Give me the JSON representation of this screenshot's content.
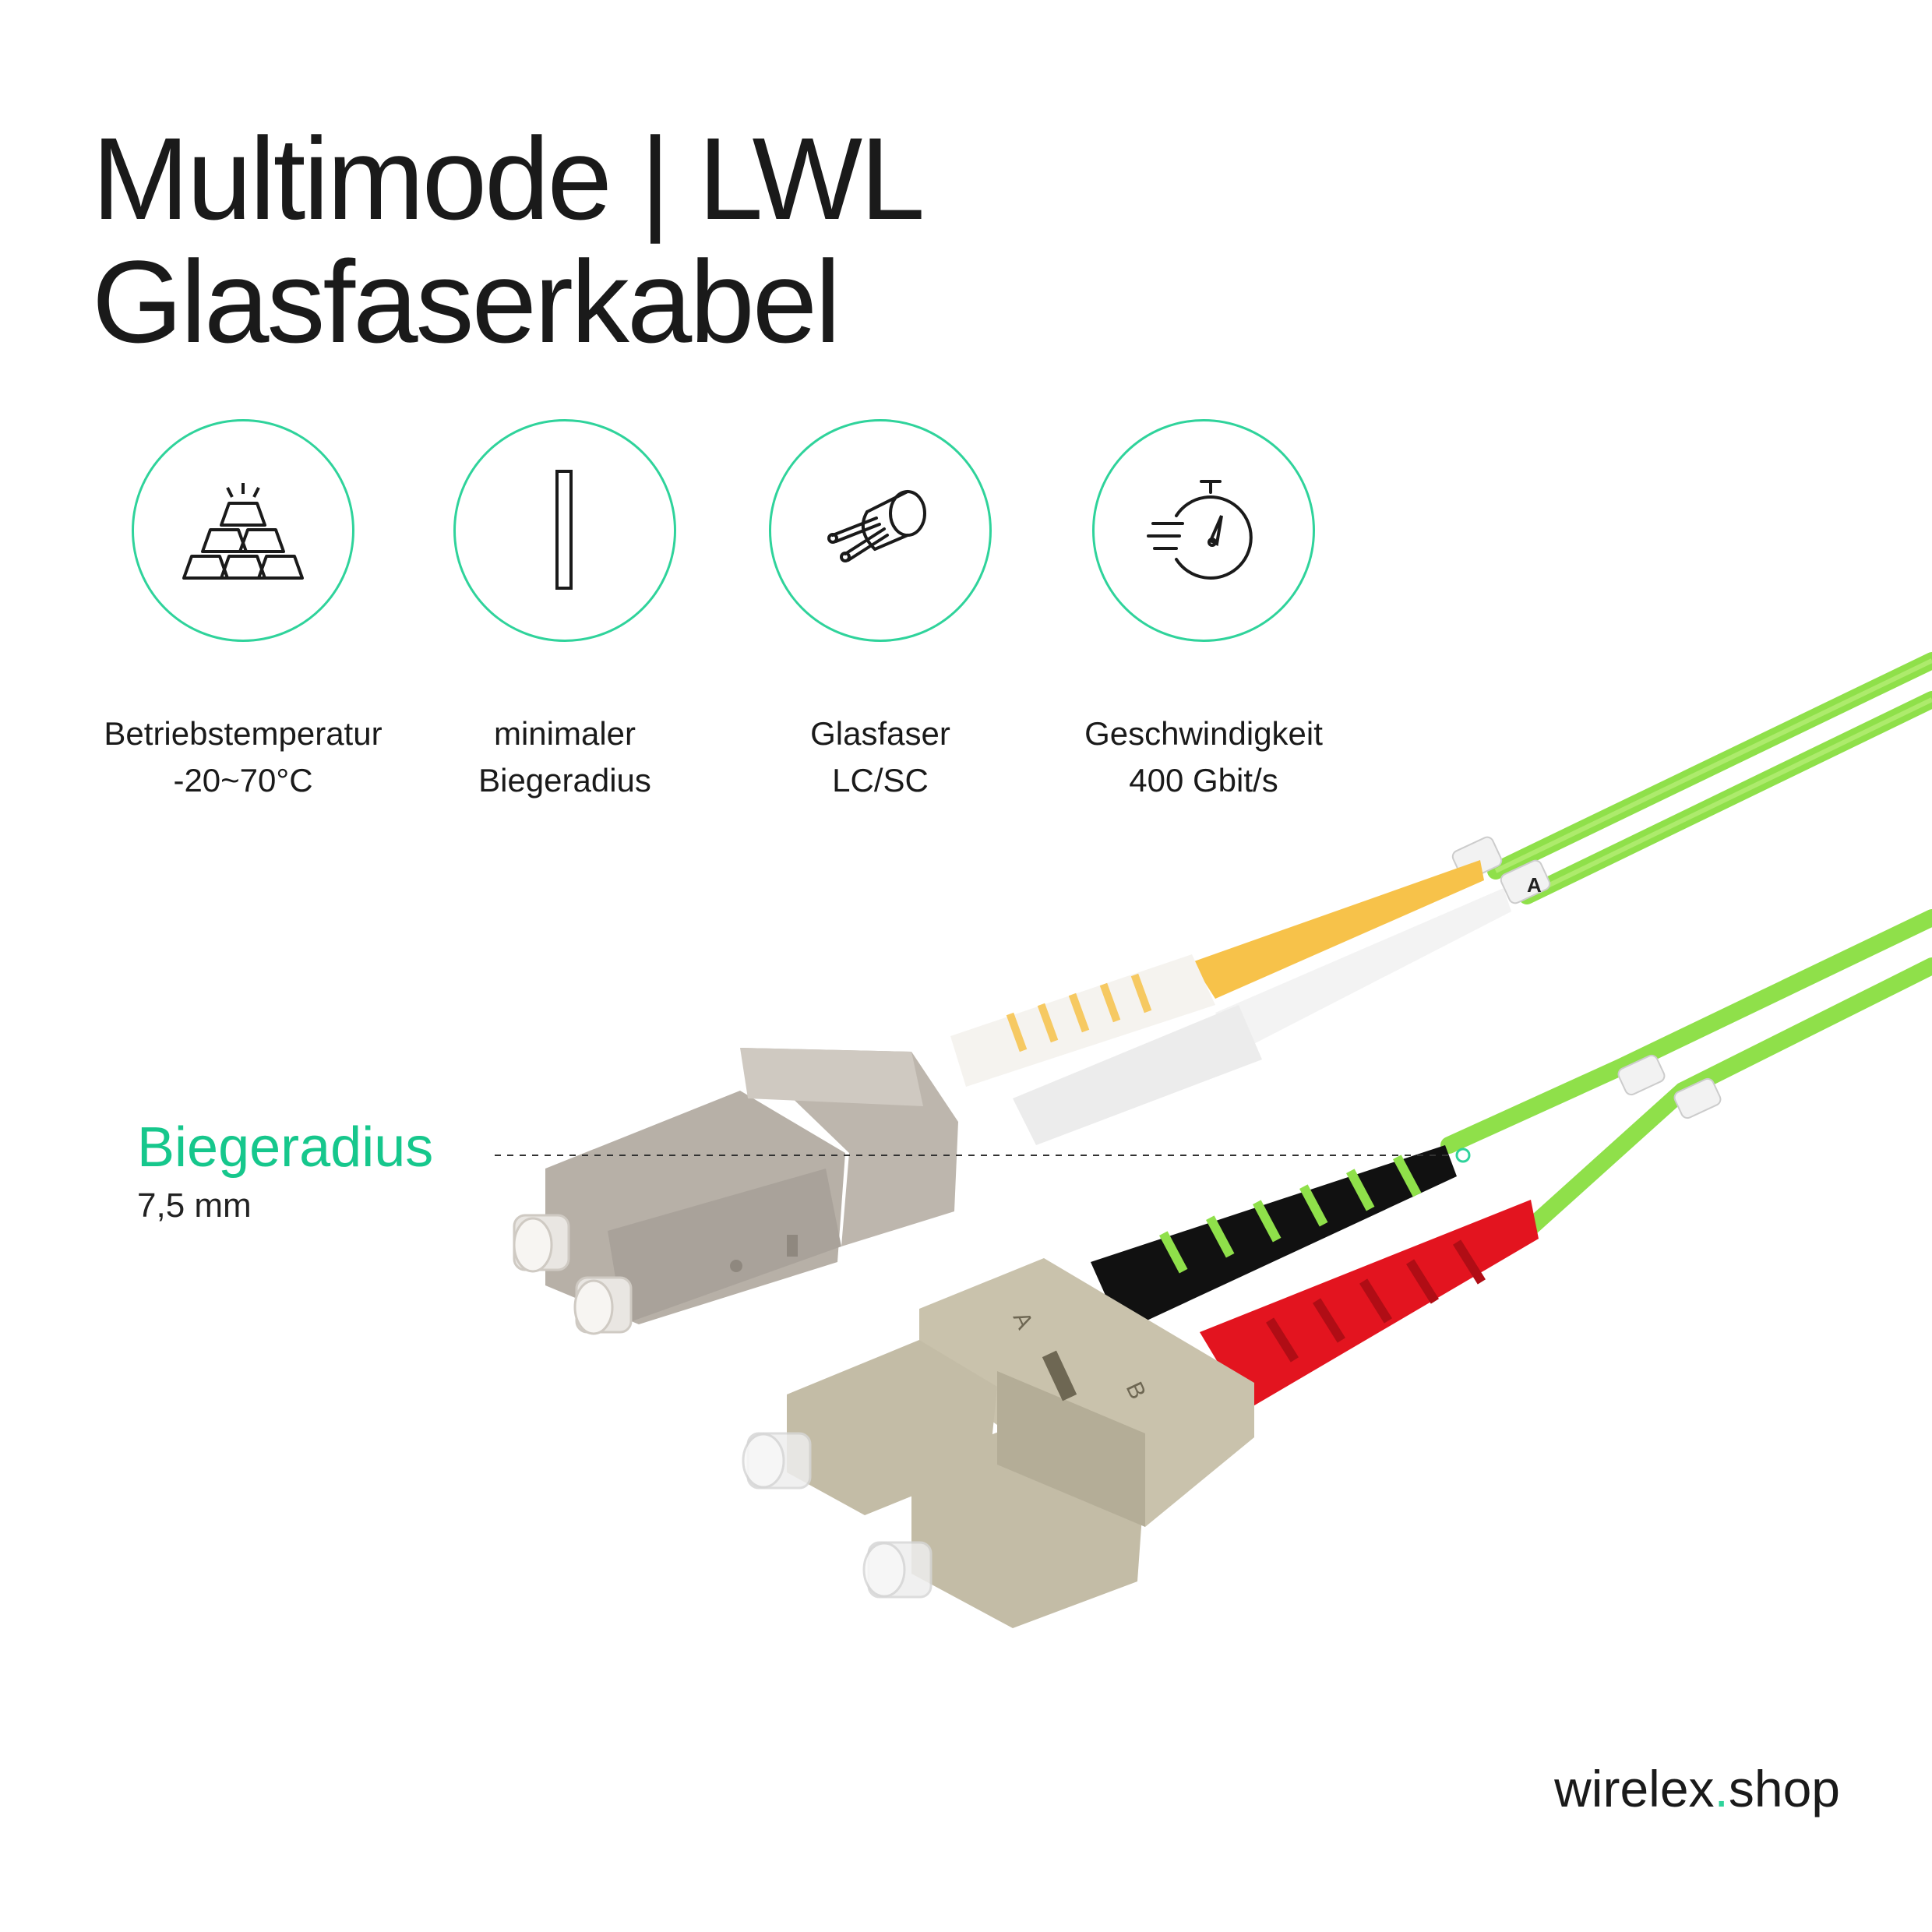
{
  "title": {
    "line1": "Multimode | LWL",
    "line2": "Glasfaserkabel"
  },
  "features": [
    {
      "icon": "gold-bars-icon",
      "line1": "Betriebstemperatur",
      "line2": "-20~70°C"
    },
    {
      "icon": "bend-radius-icon",
      "line1": "minimaler",
      "line2": "Biegeradius"
    },
    {
      "icon": "fiber-core-icon",
      "line1": "Glasfaser",
      "line2": "LC/SC"
    },
    {
      "icon": "stopwatch-icon",
      "line1": "Geschwindigkeit",
      "line2": "400 Gbit/s"
    }
  ],
  "bend_radius": {
    "title": "Biegeradius",
    "value": "7,5 mm"
  },
  "connector_labels": {
    "lc_tag": "A",
    "sc_top": "A",
    "sc_bottom": "B"
  },
  "brand": {
    "name": "wirelex",
    "dot": ".",
    "tld": "shop"
  },
  "colors": {
    "accent": "#2fd39b",
    "cable": "#8fe04a",
    "sc_housing": "#c9c2ac",
    "lc_housing": "#bdb6ad",
    "boot_red": "#e3141f",
    "boot_black": "#111111"
  }
}
